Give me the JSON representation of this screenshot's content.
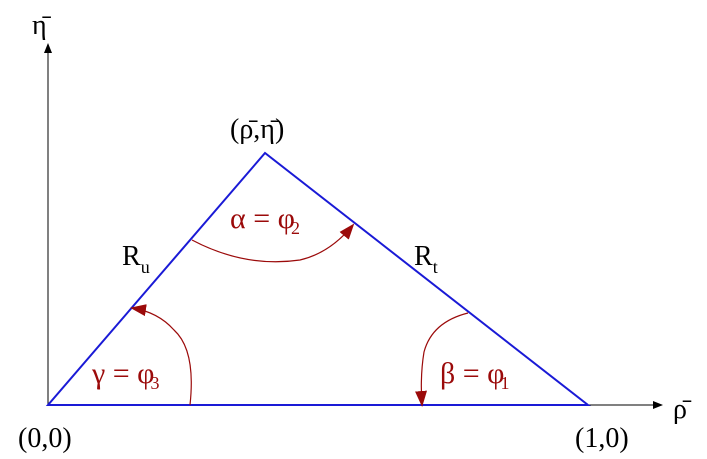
{
  "axes": {
    "y_label": "η̄",
    "x_label": "ρ̄"
  },
  "vertices": {
    "origin": "(0,0)",
    "unit": "(1,0)",
    "apex": "(ρ̄,η̄)"
  },
  "sides": {
    "left": {
      "main": "R",
      "sub": "u"
    },
    "right": {
      "main": "R",
      "sub": "t"
    }
  },
  "angles": {
    "alpha": {
      "main": "α = φ",
      "sub": "2"
    },
    "beta": {
      "main": "β = φ",
      "sub": "1"
    },
    "gamma": {
      "main": "γ = φ",
      "sub": "3"
    }
  },
  "colors": {
    "triangle": "#1a1ad6",
    "angles": "#9b0a0a",
    "axes": "#000000"
  }
}
